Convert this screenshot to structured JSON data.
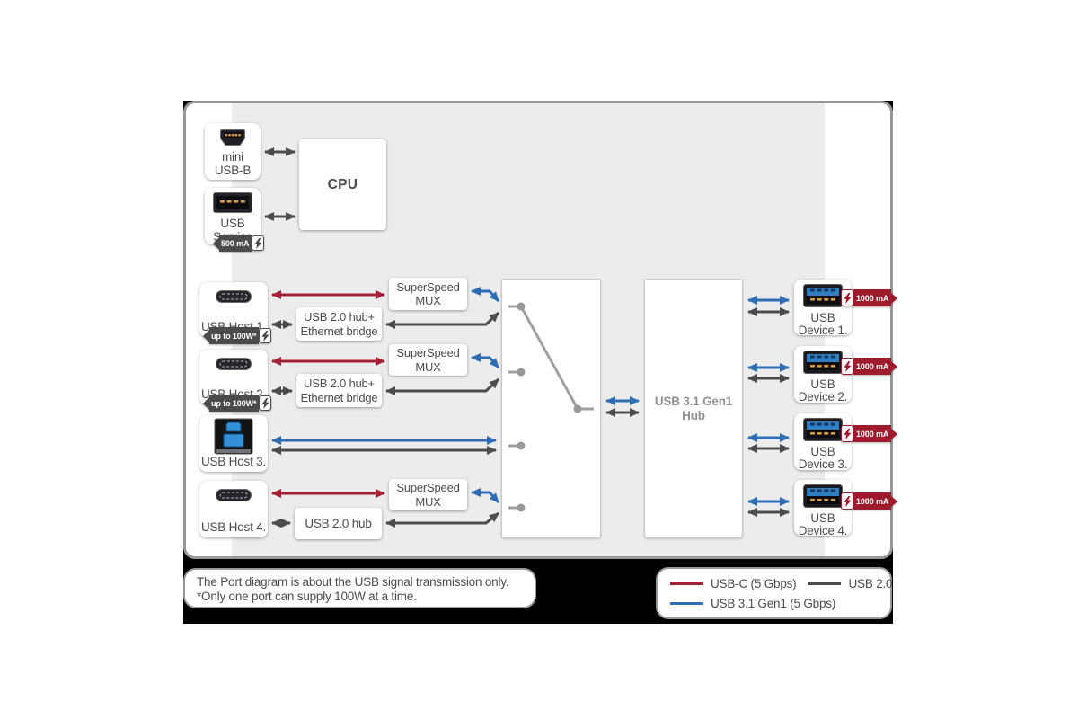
{
  "diagram": {
    "mini_usb": {
      "line1": "mini",
      "line2": "USB-B"
    },
    "service": {
      "line1": "USB",
      "line2": "Service",
      "badge": "500 mA"
    },
    "cpu": {
      "label": "CPU"
    },
    "hosts": [
      {
        "label": "USB Host 1.",
        "badge": "up to 100W*"
      },
      {
        "label": "USB Host 2.",
        "badge": "up to 100W*"
      },
      {
        "label": "USB Host 3."
      },
      {
        "label": "USB Host 4."
      }
    ],
    "mux": {
      "line1": "SuperSpeed",
      "line2": "MUX"
    },
    "hub_eth": {
      "line1": "USB 2.0 hub+",
      "line2": "Ethernet bridge"
    },
    "usb2_hub": {
      "label": "USB 2.0 hub"
    },
    "hub31": {
      "line1": "USB 3.1 Gen1",
      "line2": "Hub"
    },
    "devices": [
      {
        "line1": "USB",
        "line2": "Device 1.",
        "badge": "1000 mA"
      },
      {
        "line1": "USB",
        "line2": "Device 2.",
        "badge": "1000 mA"
      },
      {
        "line1": "USB",
        "line2": "Device 3.",
        "badge": "1000 mA"
      },
      {
        "line1": "USB",
        "line2": "Device 4.",
        "badge": "1000 mA"
      }
    ]
  },
  "note": {
    "line1": "The Port diagram is about the USB signal transmission only.",
    "line2": "*Only one port can supply 100W at a time."
  },
  "legend": {
    "usb_c": "USB-C (5 Gbps)",
    "usb20": "USB 2.0",
    "usb31": "USB 3.1 Gen1 (5 Gbps)"
  },
  "colors": {
    "usb_c_line": "#a32035",
    "usb20_line": "#4b4c4e",
    "usb31_line": "#2e6db6",
    "badge_red": "#9e1b2d",
    "badge_gray": "#4a4b4d"
  }
}
